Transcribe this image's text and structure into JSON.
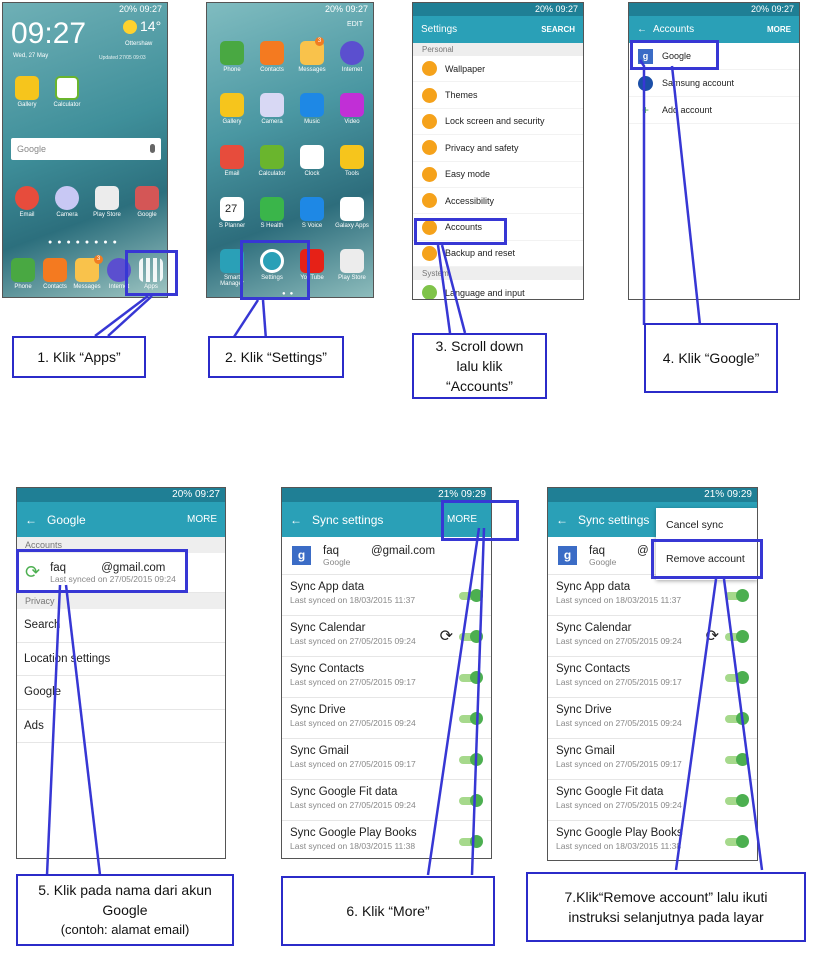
{
  "panel1": {
    "status": "20% 09:27",
    "clock": "09:27",
    "date": "Wed, 27 May",
    "temp": "14°",
    "location": "Ottershaw",
    "updated": "Updated 27/05 09:03",
    "search_placeholder": "Google",
    "apps_row1": [
      "Gallery",
      "Calculator"
    ],
    "apps_row2": [
      "Email",
      "Camera",
      "Play Store",
      "Google"
    ],
    "dock": [
      "Phone",
      "Contacts",
      "Messages",
      "Internet",
      "Apps"
    ],
    "messages_badge": "3"
  },
  "panel2": {
    "status": "20% 09:27",
    "edit": "EDIT",
    "row1": [
      "Phone",
      "Contacts",
      "Messages",
      "Internet"
    ],
    "row2": [
      "Gallery",
      "Camera",
      "Music",
      "Video"
    ],
    "row3": [
      "Email",
      "Calculator",
      "Clock",
      "Tools"
    ],
    "row4": [
      "S Planner",
      "S Health",
      "S Voice",
      "Galaxy Apps"
    ],
    "row5": [
      "Smart Manager",
      "Settings",
      "YouTube",
      "Play Store"
    ],
    "messages_badge": "3",
    "calendar_day": "27"
  },
  "panel3": {
    "status": "20% 09:27",
    "title": "Settings",
    "search": "SEARCH",
    "section_personal": "Personal",
    "items": [
      "Wallpaper",
      "Themes",
      "Lock screen and security",
      "Privacy and safety",
      "Easy mode",
      "Accessibility",
      "Accounts",
      "Backup and reset"
    ],
    "section_system": "System",
    "last_item": "Language and input"
  },
  "panel4": {
    "status": "20% 09:27",
    "title": "Accounts",
    "more": "MORE",
    "items": [
      "Google",
      "Samsung account",
      "Add account"
    ]
  },
  "panel5": {
    "status": "20% 09:27",
    "title": "Google",
    "more": "MORE",
    "section_accounts": "Accounts",
    "account_name": "faq",
    "account_email": "@gmail.com",
    "account_sub": "Last synced on 27/05/2015 09:24",
    "section_privacy": "Privacy",
    "items": [
      "Search",
      "Location settings",
      "Google",
      "Ads"
    ]
  },
  "panel6": {
    "status": "21% 09:29",
    "title": "Sync settings",
    "more": "MORE",
    "account_name": "faq",
    "account_email": "@gmail.com",
    "account_sub": "Google",
    "rows": [
      {
        "name": "Sync App data",
        "sub": "Last synced on 18/03/2015 11:37"
      },
      {
        "name": "Sync Calendar",
        "sub": "Last synced on 27/05/2015 09:24"
      },
      {
        "name": "Sync Contacts",
        "sub": "Last synced on 27/05/2015 09:17"
      },
      {
        "name": "Sync Drive",
        "sub": "Last synced on 27/05/2015 09:24"
      },
      {
        "name": "Sync Gmail",
        "sub": "Last synced on 27/05/2015 09:17"
      },
      {
        "name": "Sync Google Fit data",
        "sub": "Last synced on 27/05/2015 09:24"
      },
      {
        "name": "Sync Google Play Books",
        "sub": "Last synced on 18/03/2015 11:38"
      }
    ]
  },
  "panel7": {
    "status": "21% 09:29",
    "title": "Sync settings",
    "menu": [
      "Cancel sync",
      "Remove account"
    ],
    "account_name": "faq",
    "account_email": "@",
    "account_sub": "Google",
    "rows": [
      {
        "name": "Sync App data",
        "sub": "Last synced on 18/03/2015 11:37"
      },
      {
        "name": "Sync Calendar",
        "sub": "Last synced on 27/05/2015 09:24"
      },
      {
        "name": "Sync Contacts",
        "sub": "Last synced on 27/05/2015 09:17"
      },
      {
        "name": "Sync Drive",
        "sub": "Last synced on 27/05/2015 09:24"
      },
      {
        "name": "Sync Gmail",
        "sub": "Last synced on 27/05/2015 09:17"
      },
      {
        "name": "Sync Google Fit data",
        "sub": "Last synced on 27/05/2015 09:24"
      },
      {
        "name": "Sync Google Play Books",
        "sub": "Last synced on 18/03/2015 11:38"
      }
    ]
  },
  "callouts": {
    "c1": "1. Klik “Apps”",
    "c2": "2. Klik “Settings”",
    "c3_l1": "3. Scroll down",
    "c3_l2": "lalu klik",
    "c3_l3": "“Accounts”",
    "c4": "4. Klik “Google”",
    "c5_l1": "5. Klik pada nama dari akun",
    "c5_l2": "Google",
    "c5_l3": "(contoh:  alamat email)",
    "c6": "6. Klik “More”",
    "c7_l1": "7.Klik“Remove account” lalu ikuti",
    "c7_l2": "instruksi selanjutnya pada layar"
  },
  "colors": {
    "accent": "#2aa0b7",
    "highlight": "#3737d4",
    "toggle": "#4caf50"
  }
}
